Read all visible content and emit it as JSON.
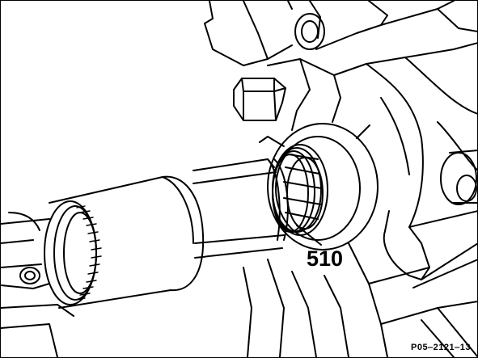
{
  "diagram": {
    "callouts": [
      {
        "id": "part-510",
        "label": "510"
      }
    ],
    "figure_id": "P05‒2121‒13"
  }
}
